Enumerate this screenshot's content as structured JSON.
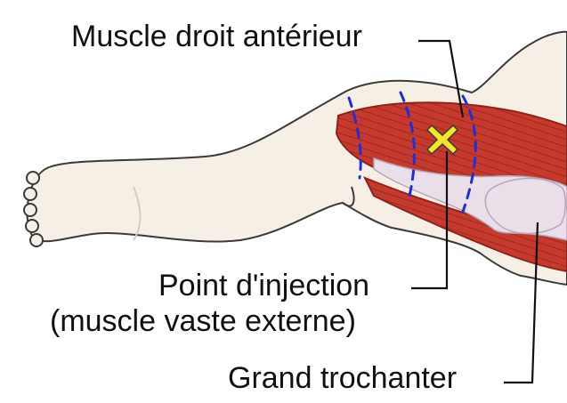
{
  "labels": {
    "rectus_femoris": "Muscle droit antérieur",
    "injection_point": "Point d'injection",
    "injection_point_detail": "(muscle vaste externe)",
    "greater_trochanter": "Grand trochanter"
  },
  "colors": {
    "background": "#ffffff",
    "skin": "#f6efe6",
    "skin_outline": "#3a3a3a",
    "muscle": "#c63a2e",
    "muscle_dark": "#8e231b",
    "bone": "#eadfe9",
    "marker_fill": "#f5e52a",
    "dashed_lines": "#1f2fd6",
    "leader_lines": "#111111"
  }
}
